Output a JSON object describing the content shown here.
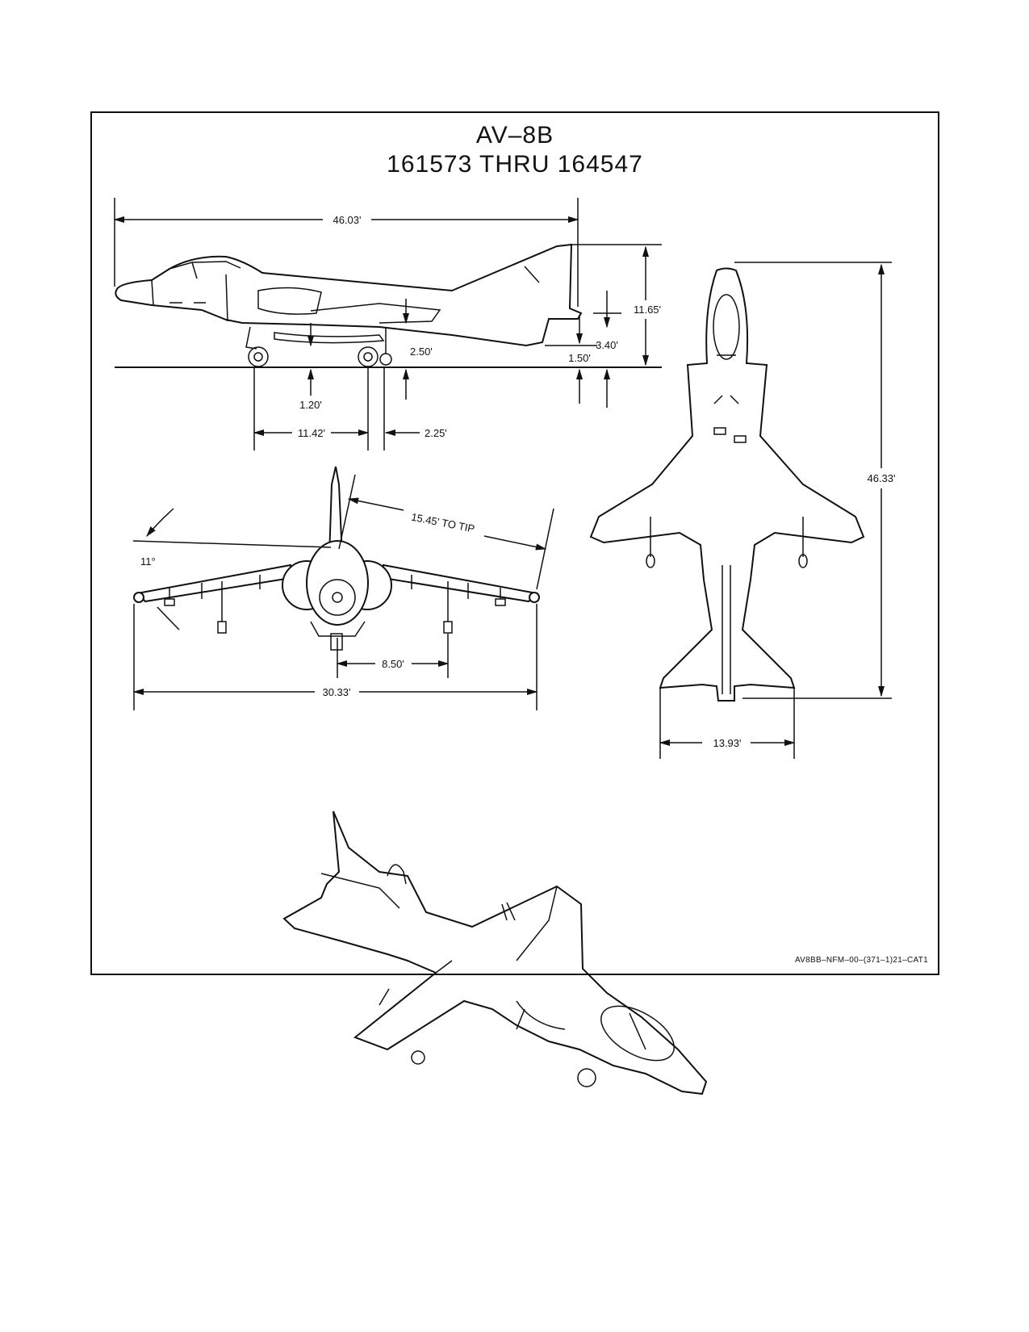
{
  "title": {
    "line1": "AV–8B",
    "line2": "161573 THRU 164547"
  },
  "dimensions": {
    "side_length": "46.03'",
    "height": "11.65'",
    "tail_height": "3.40'",
    "ground_to_tail": "1.50'",
    "gear_height": "2.50'",
    "ground_clearance": "1.20'",
    "gear_spacing": "11.42'",
    "outrigger_offset": "2.25'",
    "wing_to_tip": "15.45' TO TIP",
    "anhedral_angle": "11°",
    "pylon_spacing": "8.50'",
    "wingspan": "30.33'",
    "top_length": "46.33'",
    "tailplane_span": "13.93'"
  },
  "reference_code": "AV8BB–NFM–00–(371–1)21–CAT1"
}
